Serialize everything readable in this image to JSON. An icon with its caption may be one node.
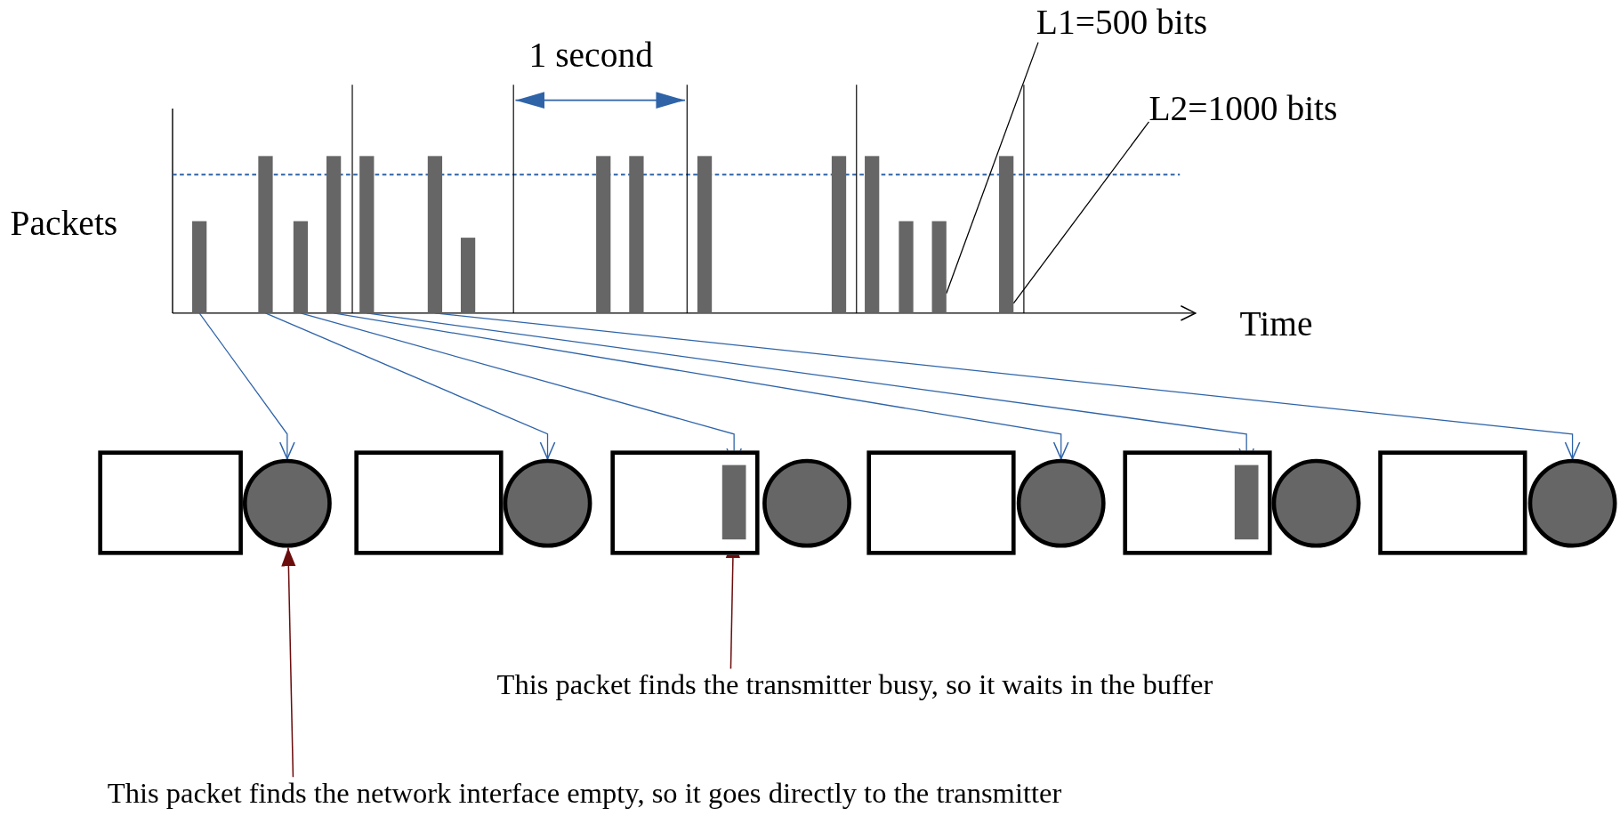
{
  "diagram": {
    "nodes": [
      {
        "text": [
          "L1=500 bits"
        ]
      },
      {
        "text": [
          "L2=1000 bits"
        ]
      },
      {
        "text": [],
        "shape": "bar"
      },
      {
        "text": [],
        "shape": "bar"
      },
      {
        "text": [],
        "shape": "bar"
      },
      {
        "text": [],
        "shape": "bar"
      },
      {
        "text": [],
        "shape": "bar"
      },
      {
        "text": [],
        "shape": "bar"
      },
      {
        "text": [],
        "shape": "bar"
      },
      {
        "text": [],
        "shape": "bar"
      },
      {
        "text": [],
        "shape": "bar"
      },
      {
        "text": [],
        "shape": "bar"
      },
      {
        "text": [],
        "shape": "bar"
      },
      {
        "text": [],
        "shape": "bar"
      },
      {
        "text": [],
        "shape": "bar"
      },
      {
        "text": [],
        "shape": "bar"
      },
      {
        "text": [],
        "shape": "bar"
      },
      {
        "text": [],
        "shape": "box"
      },
      {
        "text": [],
        "shape": "circle"
      },
      {
        "text": [],
        "shape": "box"
      },
      {
        "text": [],
        "shape": "circle"
      },
      {
        "text": [],
        "shape": "box"
      },
      {
        "text": [],
        "shape": "bar",
        "in": 21
      },
      {
        "text": [],
        "shape": "circle"
      },
      {
        "text": [],
        "shape": "box"
      },
      {
        "text": [],
        "shape": "circle"
      },
      {
        "text": [],
        "shape": "box"
      },
      {
        "text": [],
        "shape": "bar",
        "in": 26
      },
      {
        "text": [],
        "shape": "circle"
      },
      {
        "text": [],
        "shape": "box"
      },
      {
        "text": [],
        "shape": "circle"
      },
      {
        "text": [
          "This packet finds the transmitter busy, so it waits in the buffer"
        ]
      },
      {
        "text": [
          "This packet finds the network interface empty, so it goes directly to the transmitter"
        ]
      }
    ],
    "edges": [
      {
        "from": 0,
        "to": 15,
        "arrow": "none",
        "color": "#000000"
      },
      {
        "from": 1,
        "to": 16,
        "arrow": "none",
        "color": "#000000"
      },
      {
        "from": 2,
        "to": 18,
        "arrow": "to"
      },
      {
        "from": 3,
        "to": 20,
        "arrow": "to"
      },
      {
        "from": 4,
        "to": 22,
        "arrow": "to"
      },
      {
        "from": 5,
        "to": 25,
        "arrow": "to"
      },
      {
        "from": 6,
        "to": 27,
        "arrow": "to"
      },
      {
        "from": 7,
        "to": 30,
        "arrow": "to"
      },
      {
        "from": 31,
        "to": 22,
        "arrow": "to",
        "color": "#6b0d0d"
      },
      {
        "from": 32,
        "to": 18,
        "arrow": "to",
        "color": "#6b0d0d"
      }
    ],
    "labels": [
      "1 second",
      "Packets",
      "Time"
    ]
  }
}
